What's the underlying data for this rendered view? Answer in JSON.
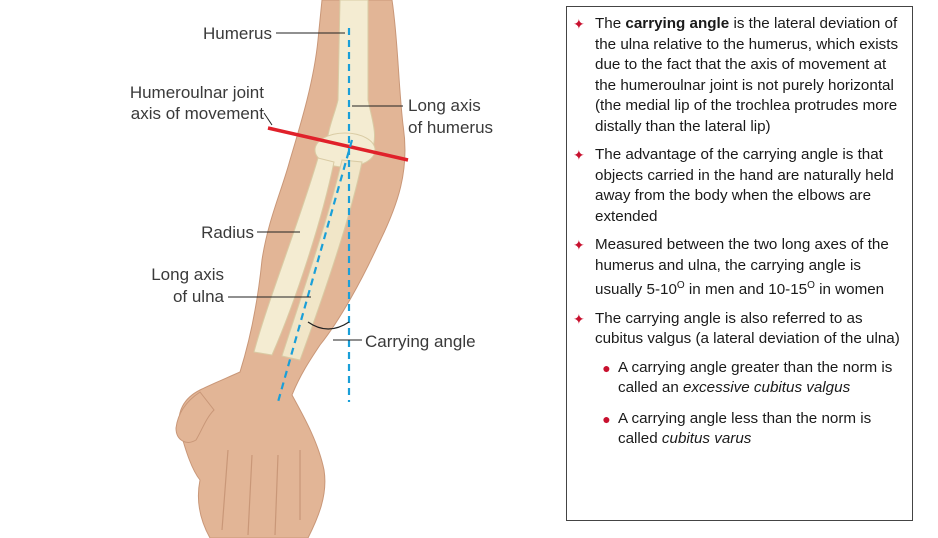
{
  "colors": {
    "axis_line": "#e0212a",
    "dashed_axis": "#1a9fd8",
    "skin": "#e2b596",
    "bone": "#f4ecd2",
    "bullet": "#c8102e"
  },
  "figure": {
    "labels": {
      "humerus": "Humerus",
      "joint_axis_line1": "Humeroulnar joint",
      "joint_axis_line2": "axis of movement",
      "long_axis_humerus_line1": "Long axis",
      "long_axis_humerus_line2": "of humerus",
      "radius": "Radius",
      "long_axis_ulna_line1": "Long axis",
      "long_axis_ulna_line2": "of ulna",
      "carrying_angle": "Carrying angle"
    }
  },
  "notes": {
    "b1_pre": "The ",
    "b1_bold": "carrying angle",
    "b1_post": " is the lateral deviation of the ulna relative to the humerus, which exists due to the fact that the axis of movement at the humeroulnar joint is not purely horizontal (the medial lip of the trochlea protrudes more distally than the lateral lip)",
    "b2": "The advantage of the carrying angle is that objects carried in the hand are naturally held away from the body when the elbows are extended",
    "b3_a": "Measured between the two long axes of the humerus and ulna, the carrying angle is usually 5-10",
    "b3_deg1": "O",
    "b3_b": " in men and 10-15",
    "b3_deg2": "O",
    "b3_c": " in women",
    "b4": "The carrying angle is also referred to as cubitus valgus (a lateral deviation of the ulna)",
    "s1_pre": "A carrying angle greater than the norm is called an ",
    "s1_italic": "excessive cubitus valgus",
    "s2_pre": "A carrying angle less than the norm is called ",
    "s2_italic": "cubitus varus"
  }
}
